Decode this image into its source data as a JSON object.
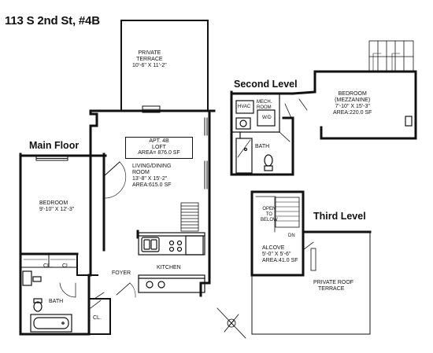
{
  "title": "113 S 2nd St, #4B",
  "levels": {
    "main": "Main Floor",
    "second": "Second Level",
    "third": "Third Level"
  },
  "apartment_box": {
    "apt": "APT. 4B",
    "type": "LOFT",
    "area": "AREA= 876.0 SF"
  },
  "rooms": {
    "private_terrace": {
      "name": "PRIVATE TERRACE",
      "dims": "10'-6\" X 11'-2\""
    },
    "living_dining": {
      "name_line1": "LIVING/DINING",
      "name_line2": "ROOM",
      "dims": "13'-8\" X 15'-2\"",
      "area": "AREA:615.0 SF"
    },
    "bedroom_main": {
      "name": "BEDROOM",
      "dims": "9'-10\" X 12'-3\""
    },
    "closet_1": "CL.",
    "closet_2": "CL.",
    "closet_3": "CL.",
    "foyer": "FOYER",
    "kitchen": "KITCHEN",
    "bath_main": "BATH",
    "mech_room": {
      "line1": "MECH.",
      "line2": "ROOM"
    },
    "hvac": "HVAC",
    "wd": "W/D",
    "bath_second": "BATH",
    "bedroom_mezz": {
      "name_line1": "BEDROOM",
      "name_line2": "(MEZZANINE)",
      "dims": "7'-10\" X 15'-3\"",
      "area": "AREA:220.0 SF"
    },
    "open_below": {
      "line1": "OPEN",
      "line2": "TO",
      "line3": "BELOW"
    },
    "dn": "DN",
    "alcove": {
      "name": "ALCOVE",
      "dims": "5'-0\" X 5'-6\"",
      "area": "AREA:41.0 SF"
    },
    "roof_terrace": {
      "line1": "PRIVATE ROOF",
      "line2": "TERRACE"
    }
  }
}
